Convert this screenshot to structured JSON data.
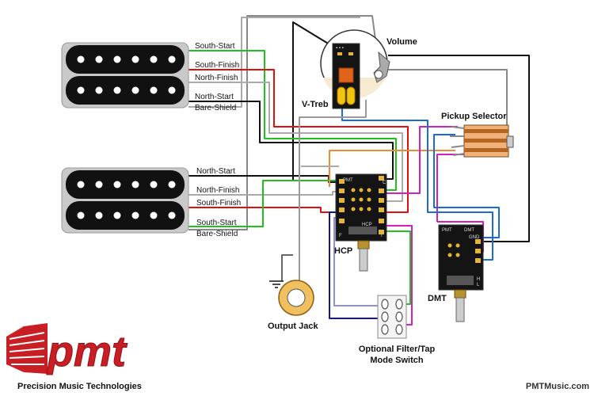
{
  "humbucker_bridge": {
    "wires": [
      "South-Start",
      "South-Finish",
      "North-Finish",
      "North-Start",
      "Bare-Shield"
    ]
  },
  "humbucker_neck": {
    "wires": [
      "North-Start",
      "North-Finish",
      "South-Finish",
      "South-Start",
      "Bare-Shield"
    ]
  },
  "labels": {
    "volume": "Volume",
    "vtreb": "V-Treb",
    "pickup_selector": "Pickup Selector",
    "hcp": "HCP",
    "dmt": "DMT",
    "output_jack": "Output Jack",
    "mode_switch": "Optional Filter/Tap\nMode Switch"
  },
  "board_text": {
    "hcp_brand": "PMT",
    "hcp_name": "HCP",
    "dmt_brand": "PMT",
    "dmt_name": "DMT",
    "pad_c": "C",
    "pad_f": "F",
    "pad_t": "T",
    "pad_gnd": "GND",
    "pad_h": "H",
    "pad_l": "L"
  },
  "brand": {
    "logo_text": "pmt",
    "company": "Precision Music Technologies",
    "website": "PMTMusic.com"
  },
  "colors": {
    "black_wire": "#111111",
    "green_wire": "#1fc11f",
    "red_wire": "#e01010",
    "white_wire": "#aaaaaa",
    "bare_wire": "#888888",
    "blue_wire": "#1a6bd8",
    "magenta_wire": "#d020c0",
    "orange_wire": "#f08a30",
    "navy_wire": "#1414a0",
    "logo_red": "#c81e24"
  }
}
